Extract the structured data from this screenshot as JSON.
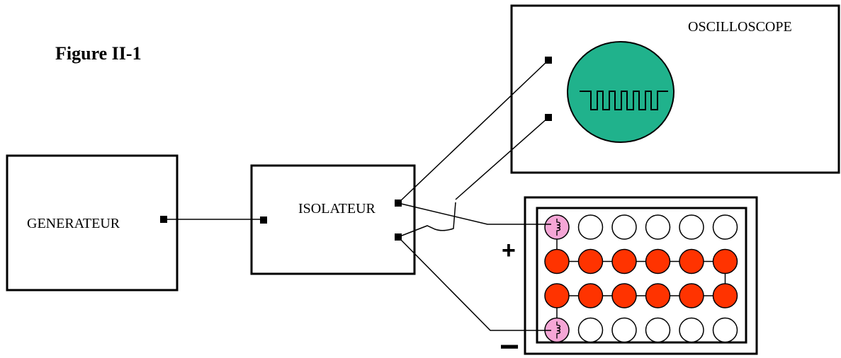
{
  "figure": {
    "title": "Figure II-1"
  },
  "generator": {
    "label": "GENERATEUR"
  },
  "isolator": {
    "label": "ISOLATEUR"
  },
  "oscilloscope": {
    "label": "OSCILLOSCOPE",
    "screen_color": "#20b28c",
    "trace": "square-wave-burst"
  },
  "board": {
    "plus_label": "+",
    "minus_label": "−",
    "rows": 4,
    "cols": 6,
    "active_color": "#ff3300",
    "inductor_color": "#f5a6d6",
    "empty_color": "#ffffff",
    "cells": [
      [
        "inductor",
        "empty",
        "empty",
        "empty",
        "empty",
        "empty"
      ],
      [
        "active",
        "active",
        "active",
        "active",
        "active",
        "active"
      ],
      [
        "active",
        "active",
        "active",
        "active",
        "active",
        "active"
      ],
      [
        "inductor",
        "empty",
        "empty",
        "empty",
        "empty",
        "empty"
      ]
    ]
  }
}
